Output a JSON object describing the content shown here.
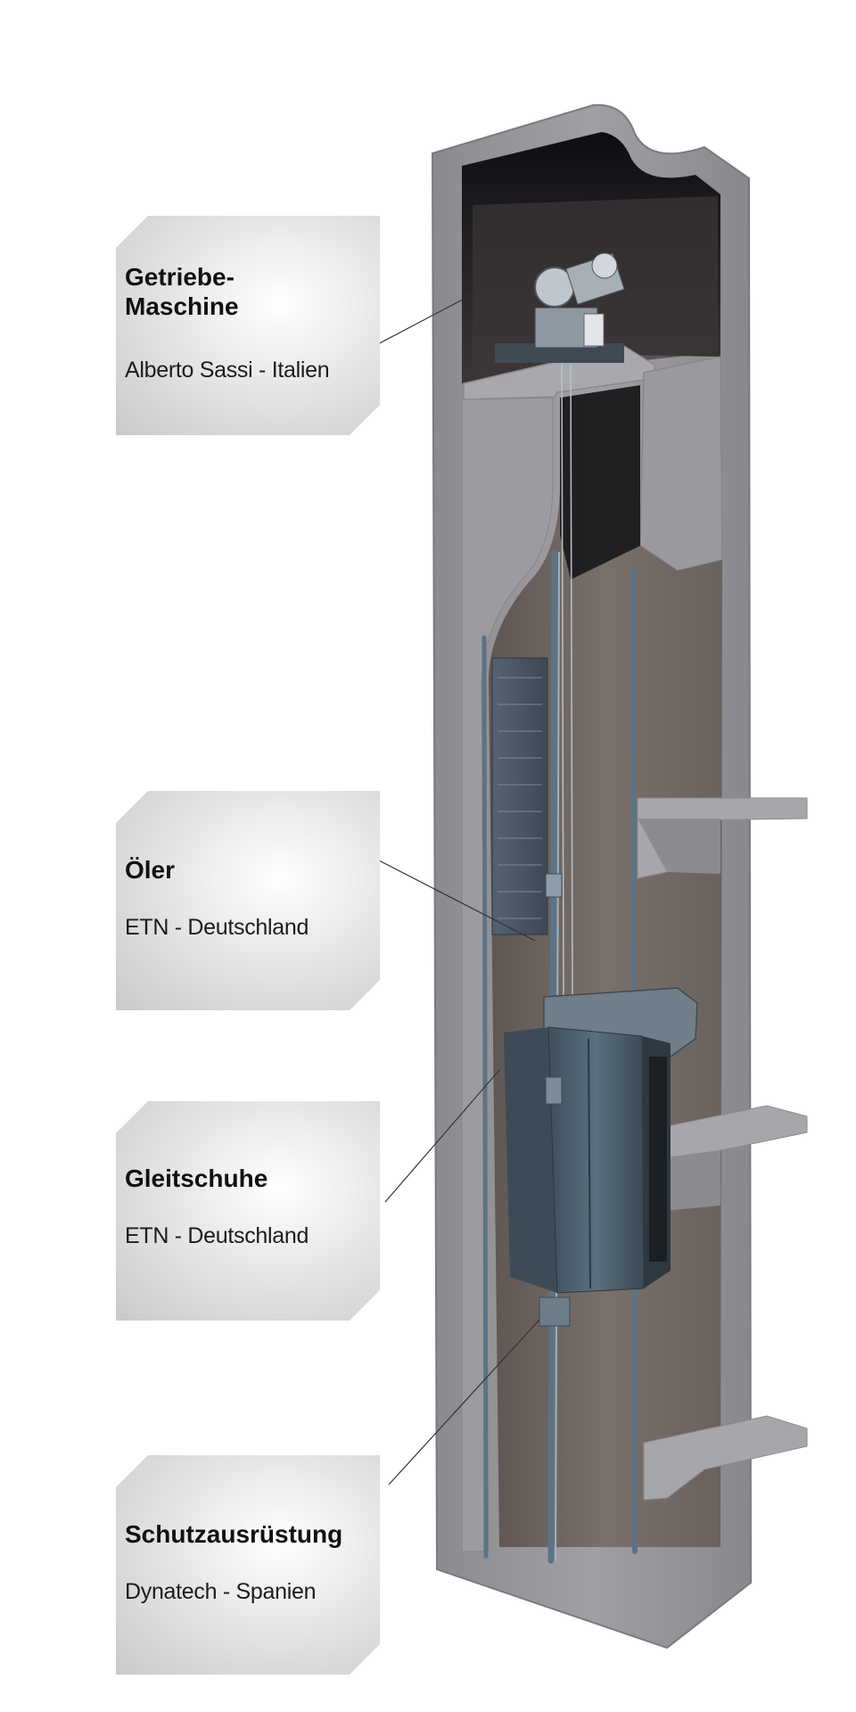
{
  "callouts": [
    {
      "title": "Getriebe-\nMaschine",
      "subtitle": "Alberto Sassi - Italien"
    },
    {
      "title": "Öler",
      "subtitle": "ETN - Deutschland"
    },
    {
      "title": "Gleitschuhe",
      "subtitle": "ETN - Deutschland"
    },
    {
      "title": "Schutzausrüstung",
      "subtitle": "Dynatech - Spanien"
    }
  ],
  "colors": {
    "wall": "#8f8f94",
    "wall_light": "#a7a7ab",
    "shaft_interior": "#6e6560",
    "machine_room": "#1e1e22",
    "rail": "#5d7384",
    "car": "#4f6270",
    "leader_line": "#333333"
  }
}
